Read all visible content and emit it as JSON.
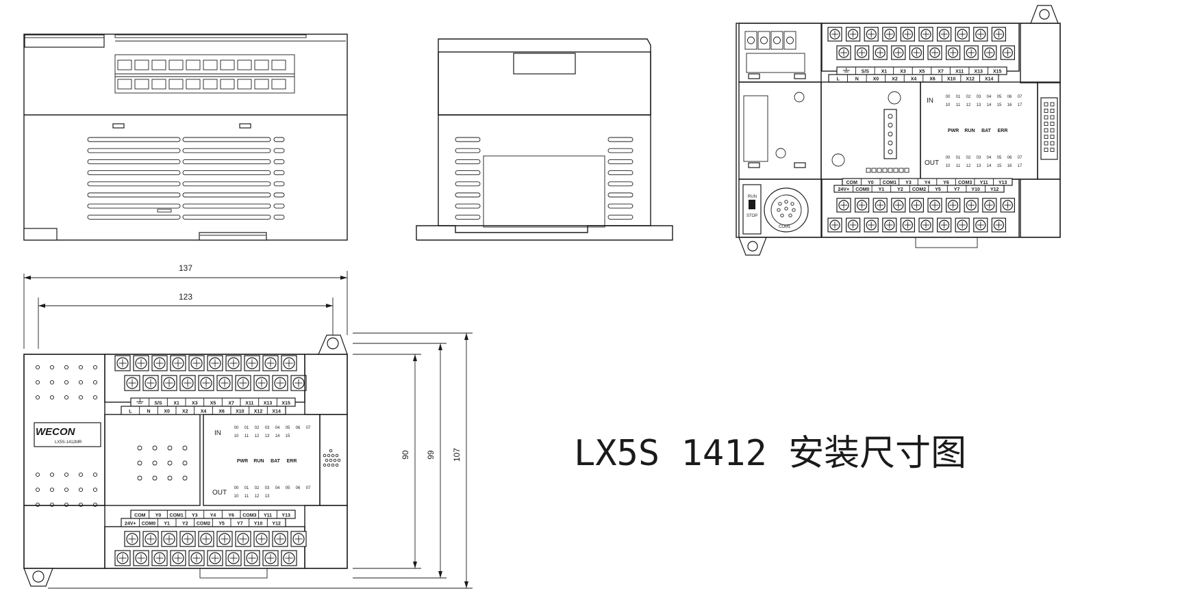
{
  "title": "LX5S 1412 安装尺寸图",
  "brand": "WECON",
  "model": "LX5S-1412MR",
  "dimensions": {
    "overall_width": "137",
    "mount_pitch_width": "123",
    "height_inner": "90",
    "height_mid": "99",
    "height_overall": "107"
  },
  "input_terminals": {
    "top_row": [
      "",
      "S/S",
      "X1",
      "X3",
      "X5",
      "X7",
      "X11",
      "X13",
      "X15"
    ],
    "bottom_row": [
      "L",
      "N",
      "X0",
      "X2",
      "X4",
      "X6",
      "X10",
      "X12",
      "X14"
    ]
  },
  "output_terminals": {
    "top_row": [
      "COM",
      "Y0",
      "COM1",
      "Y3",
      "Y4",
      "Y6",
      "COM3",
      "Y11",
      "Y13"
    ],
    "bottom_row": [
      "24V+",
      "COM0",
      "Y1",
      "Y2",
      "COM2",
      "Y5",
      "Y7",
      "Y10",
      "Y12"
    ]
  },
  "leds": {
    "in_label": "IN",
    "out_label": "OUT",
    "status": [
      "PWR",
      "RUN",
      "BAT",
      "ERR"
    ],
    "front_in_row1": [
      "00",
      "01",
      "02",
      "03",
      "04",
      "05",
      "06",
      "07"
    ],
    "front_in_row2": [
      "10",
      "11",
      "12",
      "13",
      "14",
      "15"
    ],
    "front_out_row1": [
      "00",
      "01",
      "02",
      "03",
      "04",
      "05",
      "06",
      "07"
    ],
    "front_out_row2": [
      "10",
      "11",
      "12",
      "13"
    ],
    "top_row1": [
      "00",
      "01",
      "02",
      "03",
      "04",
      "05",
      "06",
      "07"
    ],
    "top_row2": [
      "10",
      "11",
      "12",
      "13",
      "14",
      "15",
      "16",
      "17"
    ]
  },
  "switch": {
    "run": "RUN",
    "stop": "STOP"
  },
  "port": "COM1"
}
